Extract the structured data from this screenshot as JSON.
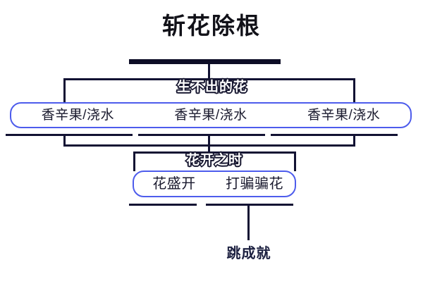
{
  "page": {
    "title": "斩花除根",
    "background_color": "#ffffff"
  },
  "colors": {
    "title_text": "#111118",
    "connector": "#121233",
    "top_bar": "#0d0d26",
    "box_border": "#4d5cec",
    "box_text": "#1a1a2e",
    "stage_label_fill": "#ffffff",
    "stage_label_stroke": "#15152e",
    "leaf_text": "#1c2040"
  },
  "stages": [
    {
      "id": "no-flower",
      "label": "生不出的花"
    },
    {
      "id": "bloom-time",
      "label": "花开之时"
    }
  ],
  "branches": {
    "flowers": [
      {
        "label": "香辛果/浇水"
      },
      {
        "label": "香辛果/浇水"
      },
      {
        "label": "香辛果/浇水"
      }
    ],
    "bloom": [
      {
        "label": "花盛开"
      },
      {
        "label": "打骗骗花"
      }
    ]
  },
  "leaf": {
    "label": "跳成就"
  }
}
